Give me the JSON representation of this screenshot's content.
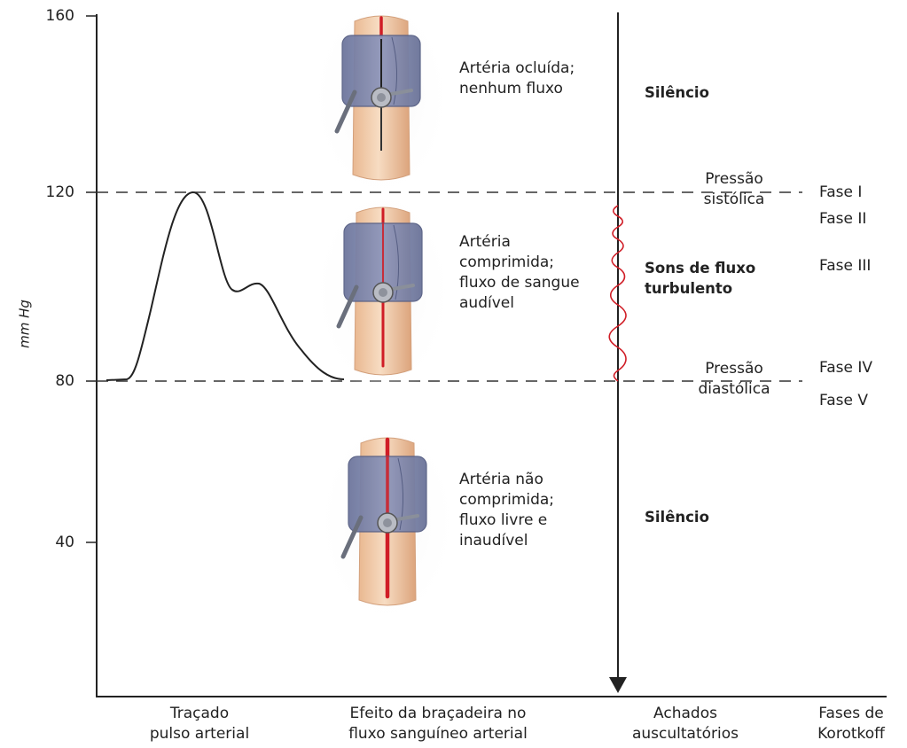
{
  "axis": {
    "ylabel": "mm Hg",
    "ticks": [
      160,
      120,
      80,
      40
    ]
  },
  "columns": {
    "trace": "Traçado\npulso arterial",
    "cuff": "Efeito da braçadeira no\nfluxo sanguíneo arterial",
    "auscult": "Achados\nauscultatórios",
    "phases": "Fases de\nKorotkoff"
  },
  "panels": [
    {
      "text": "Artéria ocluída;\nnenhum fluxo",
      "state": "occluded"
    },
    {
      "text": "Artéria\ncomprimida;\nfluxo de sangue\naudível",
      "state": "compressed"
    },
    {
      "text": "Artéria não\ncomprimida;\nfluxo livre e\ninaudível",
      "state": "free"
    }
  ],
  "sounds": {
    "top": "Silêncio",
    "middle": "Sons de fluxo\nturbulento",
    "bottom": "Silêncio"
  },
  "pressures": {
    "systolic": "Pressão\nsistólica",
    "diastolic": "Pressão\ndiastólica"
  },
  "phases": {
    "I": "Fase I",
    "II": "Fase II",
    "III": "Fase III",
    "IV": "Fase IV",
    "V": "Fase V"
  },
  "colors": {
    "artery": "#d01d26",
    "cuff": "#7f88ad",
    "skin": "#efc9a6",
    "line": "#222222"
  }
}
